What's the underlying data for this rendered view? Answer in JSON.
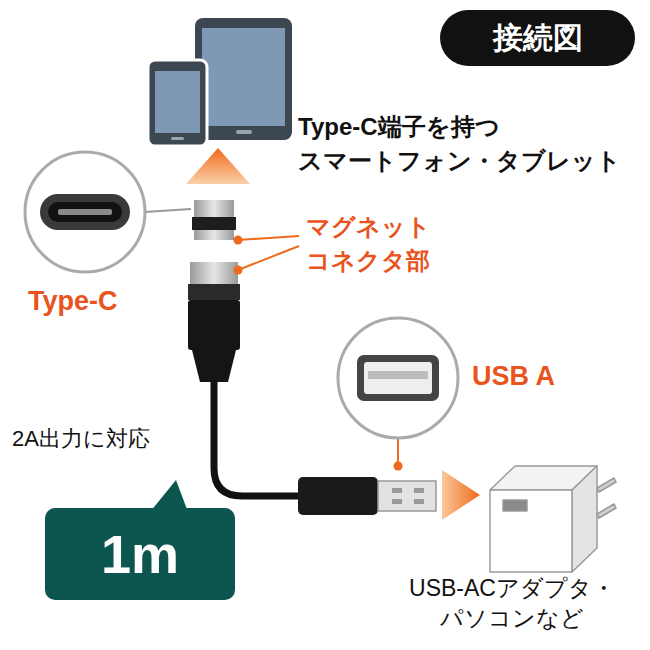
{
  "diagram": {
    "title": "接続図",
    "nodes": [
      {
        "text": [
          "1m"
        ]
      }
    ],
    "labels": [
      "Type-C端子を持つ スマートフォン・タブレット",
      "マグネット コネクタ部",
      "Type-C",
      "USB A",
      "2A出力に対応",
      "USB-ACアダプタ・ パソコンなど"
    ]
  }
}
